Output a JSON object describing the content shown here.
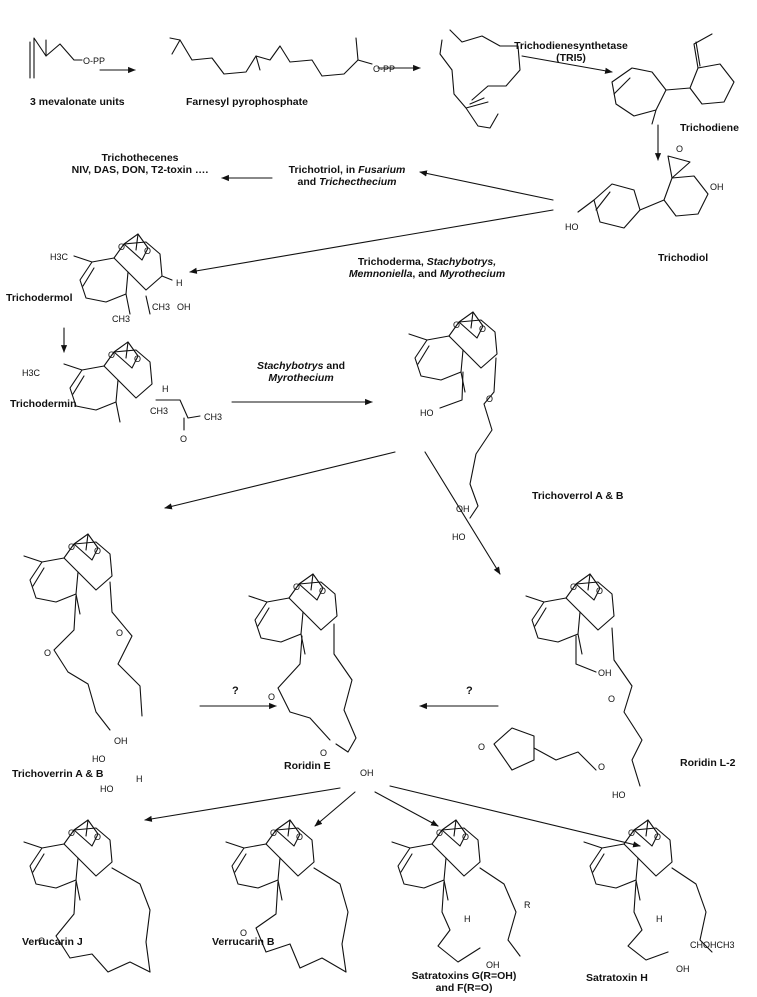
{
  "compounds": {
    "mevalonate": "3 mevalonate units",
    "farnesyl": "Farnesyl pyrophosphate",
    "trichodiene": "Trichodiene",
    "trichodiol": "Trichodiol",
    "trichodermol": "Trichodermol",
    "trichodermin": "Trichodermin",
    "trichoverrol": "Trichoverrol A & B",
    "trichoverrin": "Trichoverrin A & B",
    "roridin_e": "Roridin E",
    "roridin_l2": "Roridin L-2",
    "verrucarin_j": "Verrucarin J",
    "verrucarin_b": "Verrucarin B",
    "satratoxin_gf_1": "Satratoxins G(R=OH)",
    "satratoxin_gf_2": "and F(R=O)",
    "satratoxin_h": "Satratoxin H"
  },
  "enzyme": {
    "name": "Trichodienesynthetase",
    "code": "(TRI5)"
  },
  "trichothecenes": {
    "line1": "Trichothecenes",
    "line2": "NIV, DAS, DON, T2-toxin …."
  },
  "route_trichotriol": {
    "text1": "Trichotriol, in ",
    "genus1": "Fusarium",
    "and": "and ",
    "genus2": "Trichecthecium"
  },
  "route_trichoderma": {
    "t1": "Trichoderma, ",
    "g1": "Stachybotrys,",
    "g2": "Memnoniella",
    "t2": ", and ",
    "g3": "Myrothecium"
  },
  "route_stachy": {
    "g1": "Stachybotrys",
    "t1": " and",
    "g2": "Myrothecium"
  },
  "uncertain": "?",
  "atoms": {
    "opp": "O-PP",
    "ho": "HO",
    "oh": "OH",
    "o": "O",
    "h": "H",
    "h3c": "H3C",
    "ch3": "CH3",
    "r": "R",
    "chohch3": "CHOHCH3"
  }
}
